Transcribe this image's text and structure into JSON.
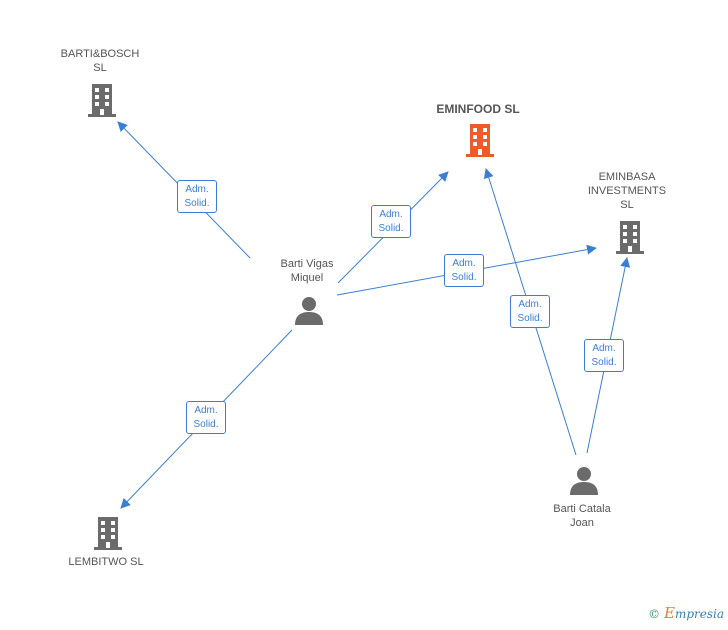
{
  "colors": {
    "edge": "#3a7fd5",
    "building_default": "#6b6b6b",
    "building_focus": "#f05a2b",
    "person": "#6b6b6b"
  },
  "nodes": {
    "barti_bosch": {
      "label": "BARTI&BOSCH\nSL",
      "icon": "building-icon"
    },
    "eminfood": {
      "label": "EMINFOOD SL",
      "icon": "building-icon"
    },
    "eminbasa": {
      "label": "EMINBASA\nINVESTMENTS\nSL",
      "icon": "building-icon"
    },
    "lembitwo": {
      "label": "LEMBITWO SL",
      "icon": "building-icon"
    },
    "barti_vigas": {
      "label": "Barti Vigas\nMiquel",
      "icon": "person-icon"
    },
    "barti_catala": {
      "label": "Barti Catala\nJoan",
      "icon": "person-icon"
    }
  },
  "edges": [
    {
      "from": "barti_vigas",
      "to": "barti_bosch",
      "label": "Adm.\nSolid."
    },
    {
      "from": "barti_vigas",
      "to": "eminfood",
      "label": "Adm.\nSolid."
    },
    {
      "from": "barti_vigas",
      "to": "eminbasa",
      "label": "Adm.\nSolid."
    },
    {
      "from": "barti_vigas",
      "to": "lembitwo",
      "label": "Adm.\nSolid."
    },
    {
      "from": "barti_catala",
      "to": "eminfood",
      "label": "Adm.\nSolid."
    },
    {
      "from": "barti_catala",
      "to": "eminbasa",
      "label": "Adm.\nSolid."
    }
  ],
  "footer": {
    "copyright": "©",
    "brand_initial": "E",
    "brand_rest": "mpresia"
  }
}
